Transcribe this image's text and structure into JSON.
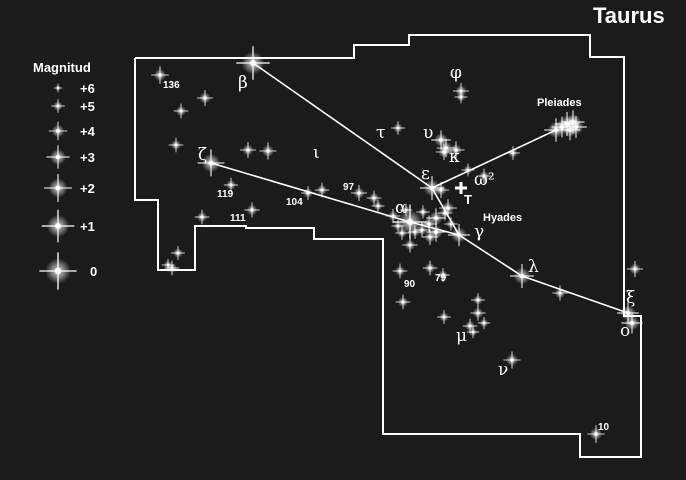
{
  "title": "Taurus",
  "legend": {
    "title": "Magnitud",
    "entries": [
      {
        "label": "+6",
        "mag": 6
      },
      {
        "label": "+5",
        "mag": 5
      },
      {
        "label": "+4",
        "mag": 4
      },
      {
        "label": "+3",
        "mag": 3
      },
      {
        "label": "+2",
        "mag": 2
      },
      {
        "label": "+1",
        "mag": 1
      },
      {
        "label": "0",
        "mag": 0
      }
    ]
  },
  "labels": {
    "beta": "β",
    "zeta": "ζ",
    "tau": "τ",
    "upsilon": "υ",
    "kappa": "κ",
    "iota": "ι",
    "epsilon": "ε",
    "omega2": "ω²",
    "alpha": "α",
    "gamma": "γ",
    "lambda": "λ",
    "phi": "φ",
    "xi": "ξ",
    "omicron": "ο",
    "mu": "μ",
    "nu": "ν",
    "n136": "136",
    "n119": "119",
    "n104": "104",
    "n97": "97",
    "n111": "111",
    "n90": "90",
    "n79": "79",
    "n10": "10",
    "pleiades": "Pleiades",
    "hyades": "Hyades",
    "marker": "T"
  }
}
